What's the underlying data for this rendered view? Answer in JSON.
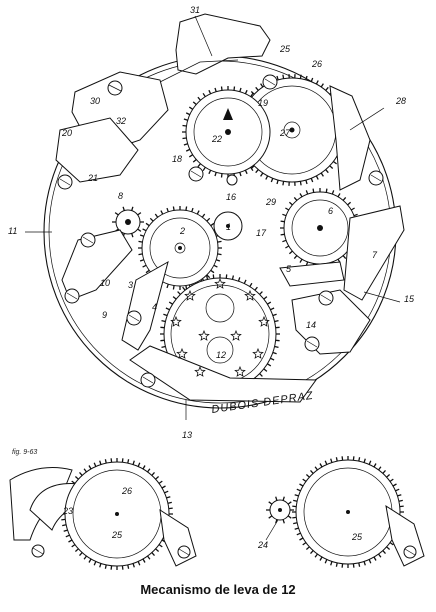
{
  "figure_number": "fig. 9-63",
  "brand_engraving": "DUBOIS DEPRAZ",
  "caption": "Mecanismo de leva de 12",
  "main_labels": [
    "31",
    "25",
    "26",
    "28",
    "30",
    "19",
    "32",
    "20",
    "22",
    "27",
    "18",
    "21",
    "8",
    "16",
    "29",
    "6",
    "11",
    "2",
    "1",
    "17",
    "5",
    "10",
    "3",
    "7",
    "9",
    "4",
    "15",
    "14",
    "12",
    "13"
  ],
  "detail_left_labels": [
    "26",
    "23",
    "25"
  ],
  "detail_right_labels": [
    "24",
    "25"
  ]
}
